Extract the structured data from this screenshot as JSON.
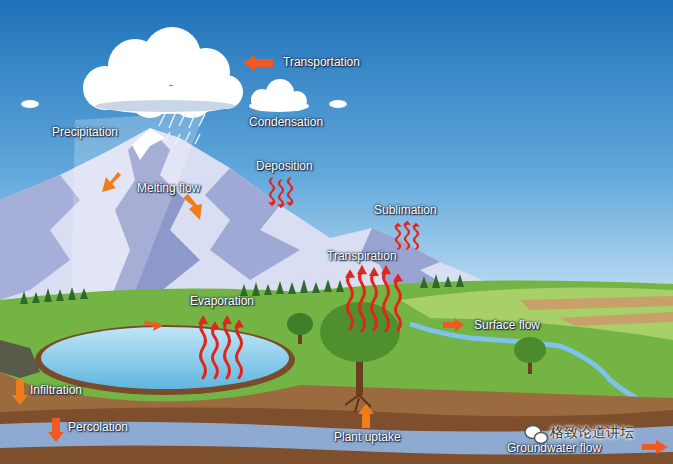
{
  "diagram": {
    "labels": [
      "Transportation",
      "Precipitation",
      "Condensation",
      "Deposition",
      "Melting flow",
      "Sublimation",
      "Transpiration",
      "Evaporation",
      "Surface flow",
      "Infiltration",
      "Percolation",
      "Plant uptake",
      "Groundwater flow",
      "格致论道讲坛"
    ]
  }
}
